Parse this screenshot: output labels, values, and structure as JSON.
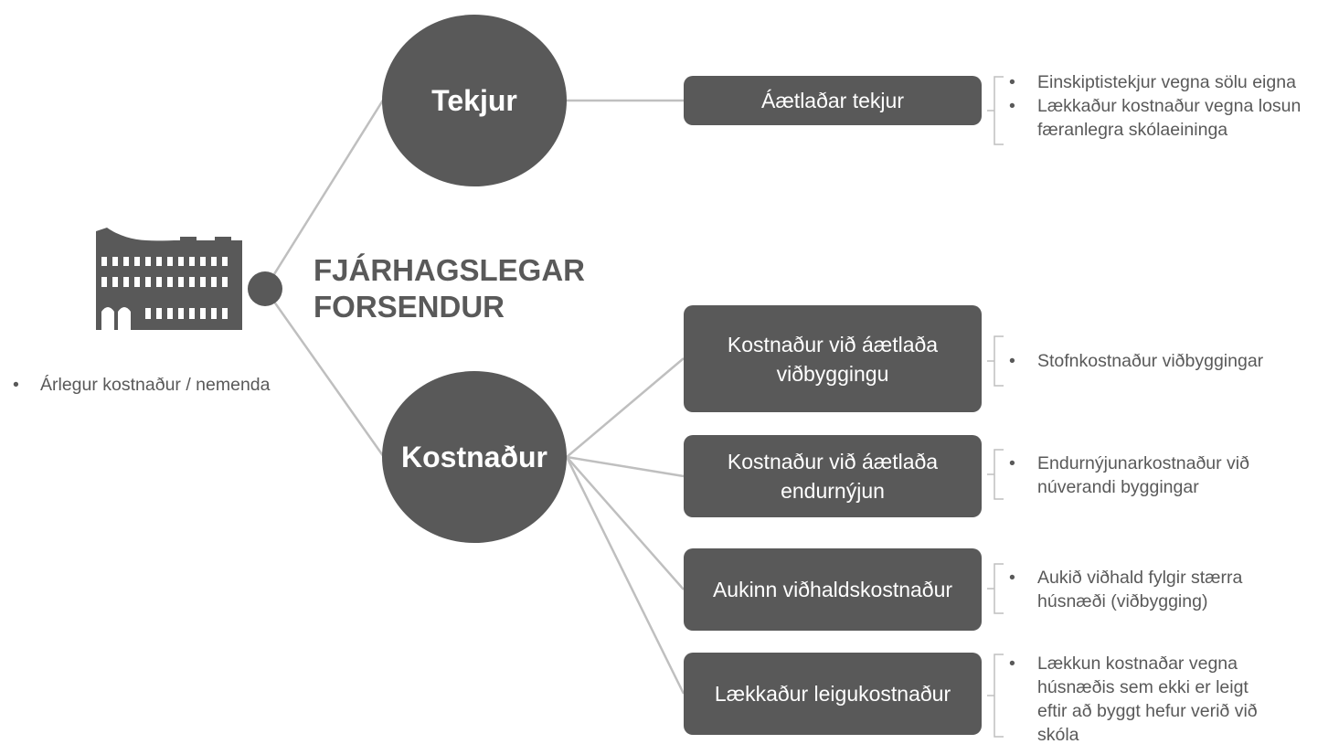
{
  "title": [
    "FJÁRHAGSLEGAR",
    "FORSENDUR"
  ],
  "left_note": "Árlegur kostnaður / nemenda",
  "icon": "building-icon",
  "colors": {
    "fill": "#595959",
    "line": "#bfbfbf",
    "text_on_dark": "#ffffff"
  },
  "branches": [
    {
      "label": "Tekjur",
      "items": [
        {
          "label": "Áætlaðar tekjur",
          "notes": [
            "Einskiptistekjur vegna sölu eigna",
            "Lækkaður kostnaður vegna losun færanlegra skólaeininga"
          ]
        }
      ]
    },
    {
      "label": "Kostnaður",
      "items": [
        {
          "label": "Kostnaður við áætlaða viðbyggingu",
          "notes": [
            "Stofnkostnaður viðbyggingar"
          ]
        },
        {
          "label": "Kostnaður við áætlaða endurnýjun",
          "notes": [
            "Endurnýjunarkostnaður við núverandi byggingar"
          ]
        },
        {
          "label": "Aukinn viðhaldskostnaður",
          "notes": [
            "Aukið viðhald fylgir stærra húsnæði (viðbygging)"
          ]
        },
        {
          "label": "Lækkaður leigukostnaður",
          "notes": [
            "Lækkun kostnaðar vegna húsnæðis sem ekki er leigt eftir að byggt hefur verið við skóla"
          ]
        }
      ]
    }
  ]
}
